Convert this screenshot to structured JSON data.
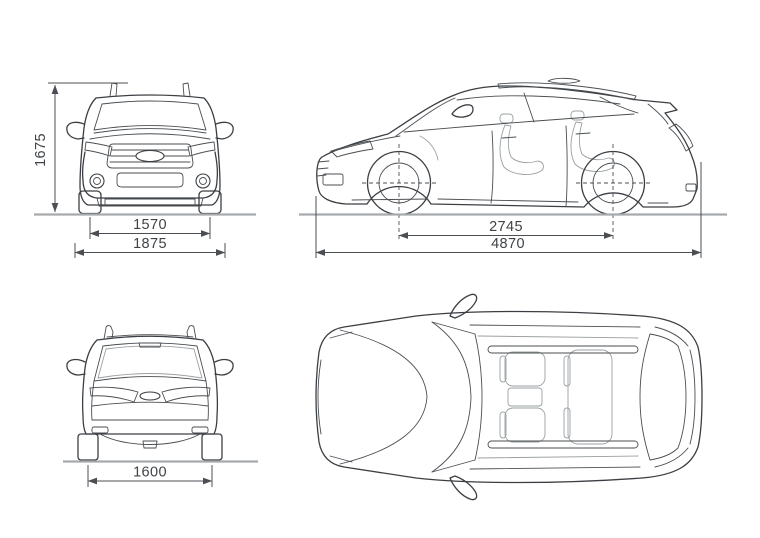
{
  "dimensions": {
    "height": "1675",
    "front_track": "1570",
    "overall_width": "1875",
    "wheelbase": "2745",
    "overall_length": "4870",
    "rear_track": "1600"
  },
  "colors": {
    "background": "#ffffff",
    "outline": "#3b3f43",
    "detail_line": "#4a4e52",
    "interior_line": "#9aa0a3",
    "ground_line": "#a6aaad",
    "dimension_line": "#4b4f53",
    "label_text": "#3f4347"
  }
}
